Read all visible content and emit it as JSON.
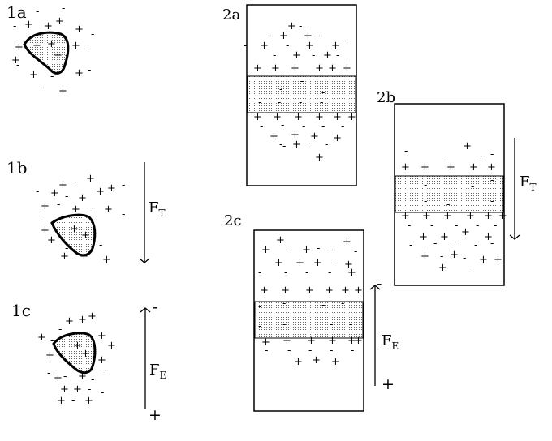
{
  "panels": {
    "p1a": "1a",
    "p1b": "1b",
    "p1c": "1c",
    "p2a": "2a",
    "p2b": "2b",
    "p2c": "2c"
  },
  "forces": {
    "thermal": {
      "main": "F",
      "sub": "T"
    },
    "electric": {
      "main": "F",
      "sub": "E"
    }
  },
  "symbols": {
    "plus": "+",
    "minus": "-"
  },
  "colors": {
    "stroke": "#000000",
    "stipple": "#666666",
    "background": "#ffffff"
  }
}
